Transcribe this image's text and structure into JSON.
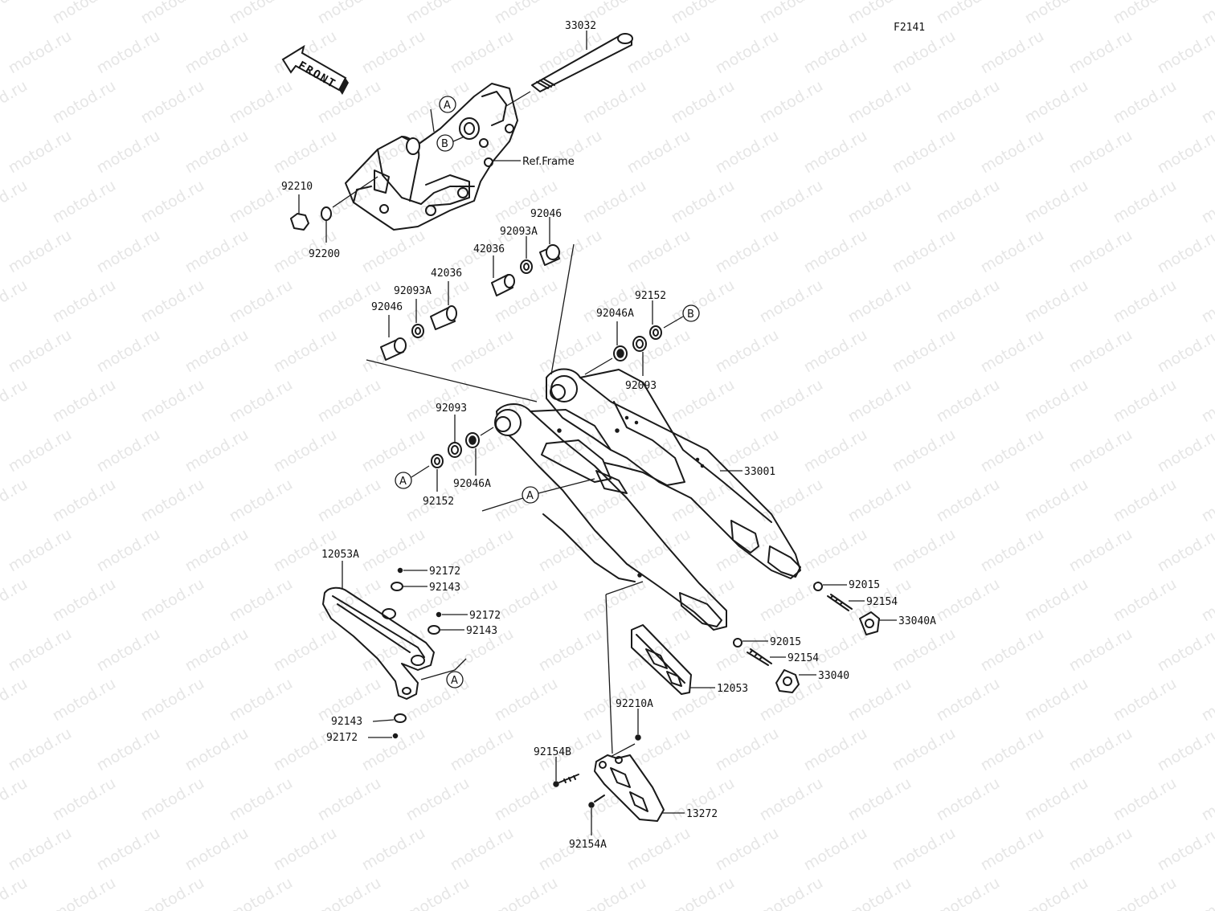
{
  "diagram": {
    "code": "F2141",
    "watermark": "motod.ru",
    "front_label": "FRONT",
    "frame_ref": "Ref.Frame",
    "parts": {
      "p33032": "33032",
      "p92210": "92210",
      "p92200": "92200",
      "p92046_top": "92046",
      "p92093A_top": "92093A",
      "p42036_top": "42036",
      "p42036_mid": "42036",
      "p92093A_mid": "92093A",
      "p92046_mid": "92046",
      "p92152_right": "92152",
      "p92046A_right": "92046A",
      "p92093_right": "92093",
      "p92093_left": "92093",
      "p92046A_left": "92046A",
      "p92152_left": "92152",
      "p33001": "33001",
      "p12053A": "12053A",
      "p92172_a": "92172",
      "p92143_a": "92143",
      "p92172_b": "92172",
      "p92143_b": "92143",
      "p92143_c": "92143",
      "p92172_c": "92172",
      "p92015_a": "92015",
      "p92154_a": "92154",
      "p33040A": "33040A",
      "p92015_b": "92015",
      "p92154_b": "92154",
      "p33040": "33040",
      "p12053": "12053",
      "p92210A": "92210A",
      "p92154B": "92154B",
      "p13272": "13272",
      "p92154A": "92154A"
    },
    "callouts": {
      "a1": "A",
      "b1": "B",
      "b2": "B",
      "a2": "A",
      "a3": "A",
      "a4": "A"
    }
  }
}
